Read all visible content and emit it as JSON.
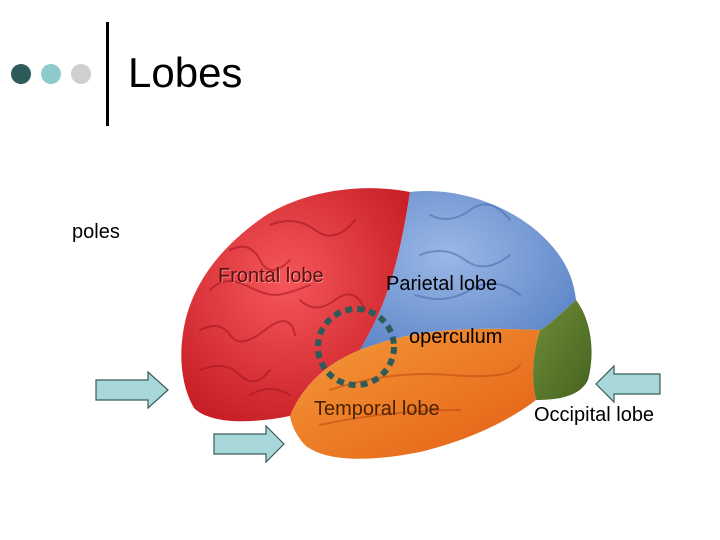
{
  "slide": {
    "title": "Lobes",
    "bullet_colors": [
      "#2d5a5a",
      "#8ec9cc",
      "#cfcfcf"
    ]
  },
  "labels": {
    "poles": "poles",
    "frontal": "Frontal lobe",
    "parietal": "Parietal lobe",
    "operculum": "operculum",
    "temporal": "Temporal lobe",
    "occipital": "Occipital lobe"
  },
  "colors": {
    "frontal": "#e8353a",
    "parietal": "#7a9fd8",
    "temporal": "#f07a22",
    "occipital": "#5d7d2e",
    "arrow_fill": "#a8d8da",
    "circle": "#2f5a5a"
  }
}
